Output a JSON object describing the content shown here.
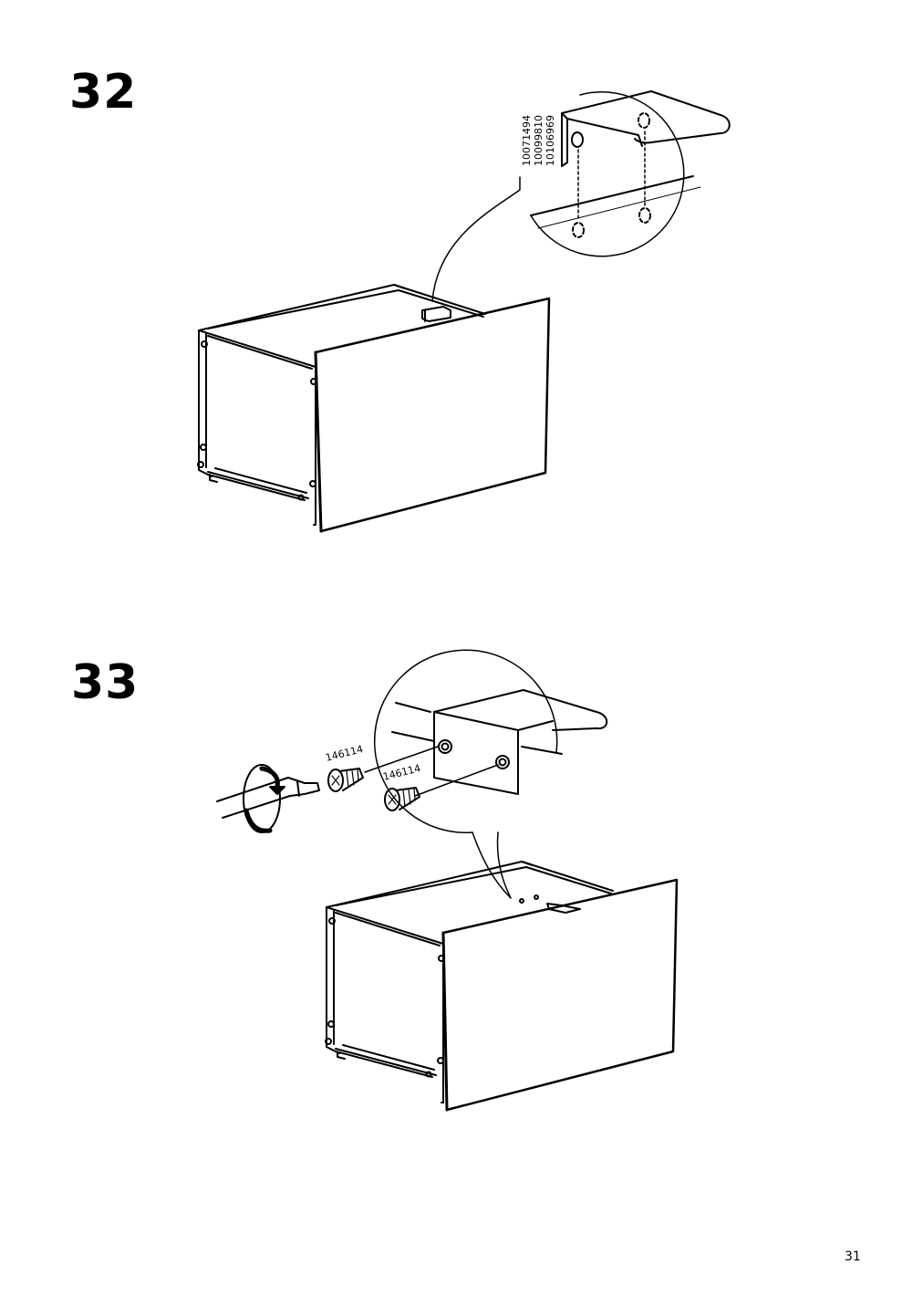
{
  "page": {
    "number": "31"
  },
  "steps": [
    {
      "number": "32",
      "part_numbers": [
        "10071494",
        "10099810",
        "10106969"
      ]
    },
    {
      "number": "33",
      "screws": [
        {
          "part_number": "146114"
        },
        {
          "part_number": "146114"
        }
      ]
    }
  ]
}
